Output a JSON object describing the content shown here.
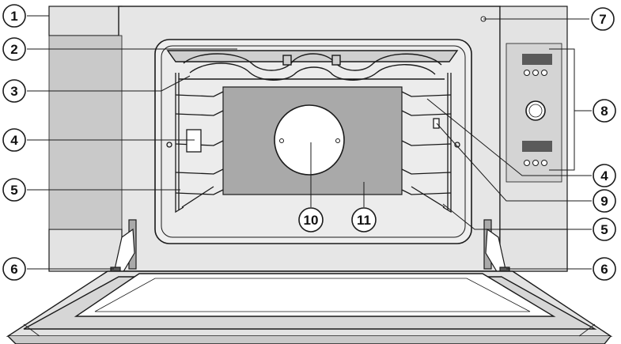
{
  "callouts": [
    {
      "id": "c1",
      "label": "1"
    },
    {
      "id": "c2",
      "label": "2"
    },
    {
      "id": "c3",
      "label": "3"
    },
    {
      "id": "c4l",
      "label": "4"
    },
    {
      "id": "c5l",
      "label": "5"
    },
    {
      "id": "c6l",
      "label": "6"
    },
    {
      "id": "c7",
      "label": "7"
    },
    {
      "id": "c8",
      "label": "8"
    },
    {
      "id": "c4r",
      "label": "4"
    },
    {
      "id": "c9",
      "label": "9"
    },
    {
      "id": "c5r",
      "label": "5"
    },
    {
      "id": "c6r",
      "label": "6"
    },
    {
      "id": "c10",
      "label": "10"
    },
    {
      "id": "c11",
      "label": "11"
    }
  ],
  "colors": {
    "side_panel": "#c9c9c9",
    "cabinet": "#e3e3e3",
    "interior": "#ededed",
    "back_panel": "#a9a9a9",
    "fan_cover": "#ffffff",
    "display": "#5a5a5a",
    "line": "#1a1a1a"
  },
  "icons": [
    "grill-element",
    "shelf-runner",
    "fan-cover",
    "control-knob",
    "display",
    "door-hinge",
    "light"
  ]
}
